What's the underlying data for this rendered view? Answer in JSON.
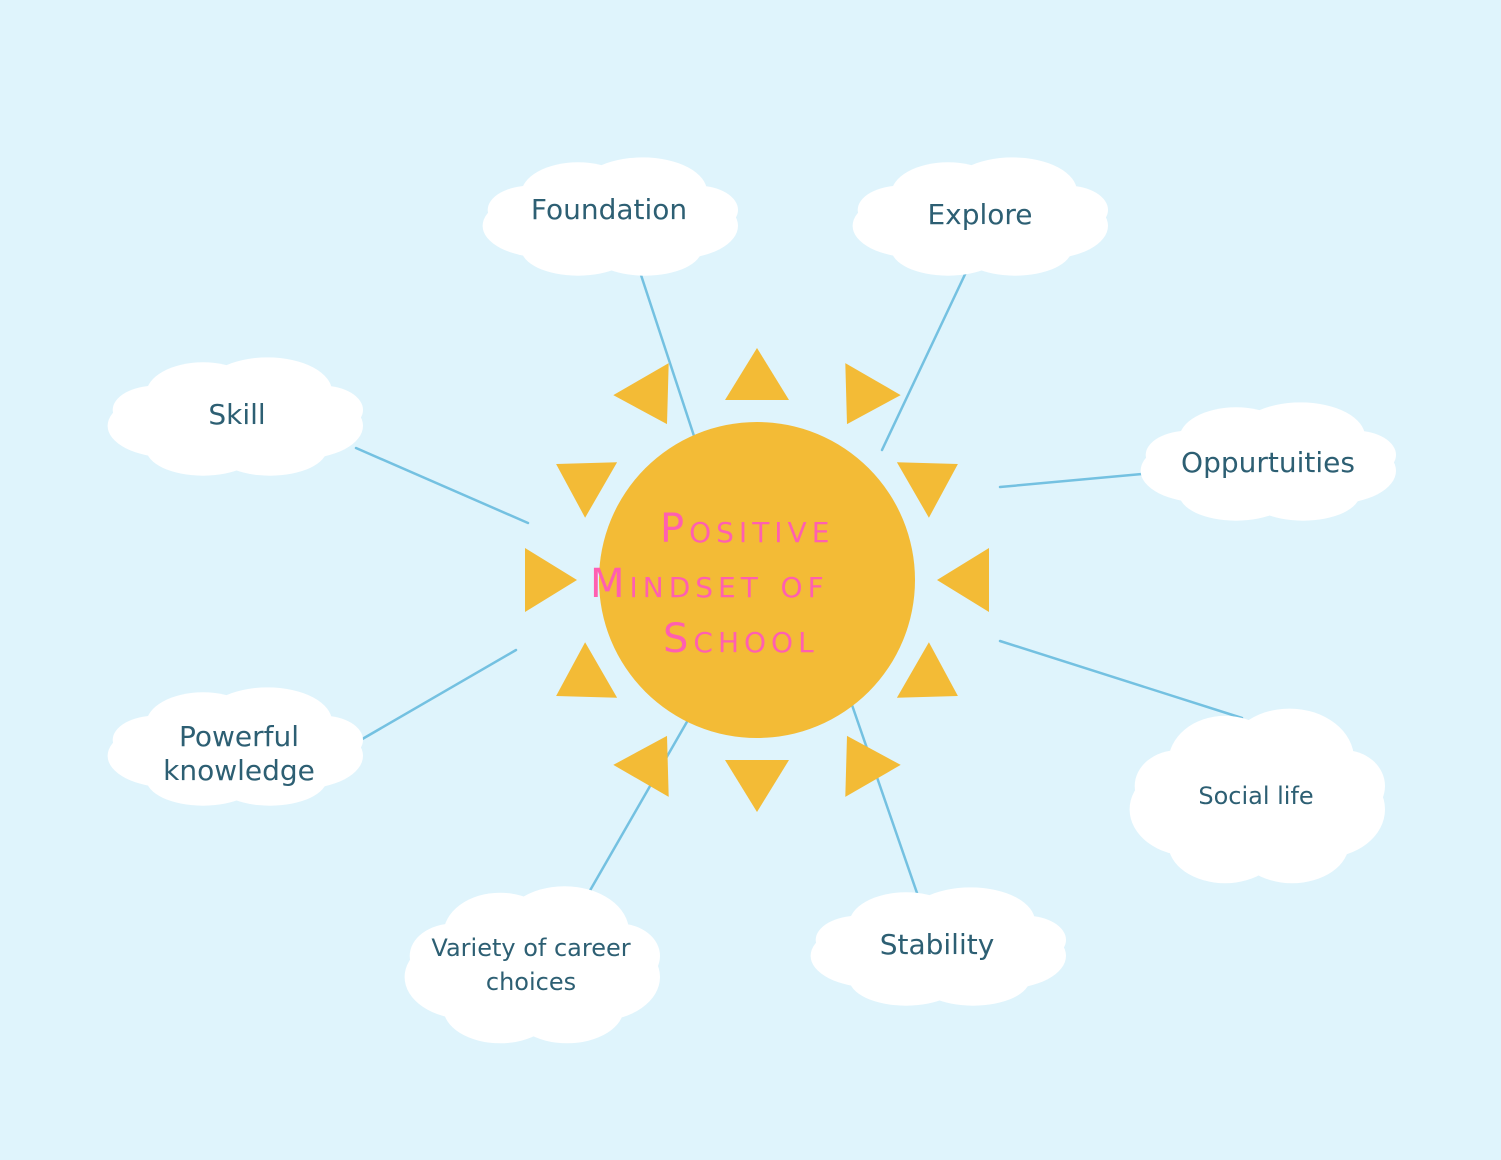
{
  "colors": {
    "background": "#dff4fc",
    "sun": "#f3bb36",
    "connector": "#74c1e1",
    "cloud": "#ffffff",
    "label_text": "#2d5f73",
    "title_text": "#ff5fb0"
  },
  "center": {
    "title_lines": [
      "Positive",
      "Mindset of",
      "School"
    ]
  },
  "nodes": [
    {
      "label": "Foundation"
    },
    {
      "label": "Explore"
    },
    {
      "label": "Skill"
    },
    {
      "label": "Oppurtuities"
    },
    {
      "label": "Powerful knowledge"
    },
    {
      "label": "Social life"
    },
    {
      "label": "Variety of career choices"
    },
    {
      "label": "Stability"
    }
  ]
}
